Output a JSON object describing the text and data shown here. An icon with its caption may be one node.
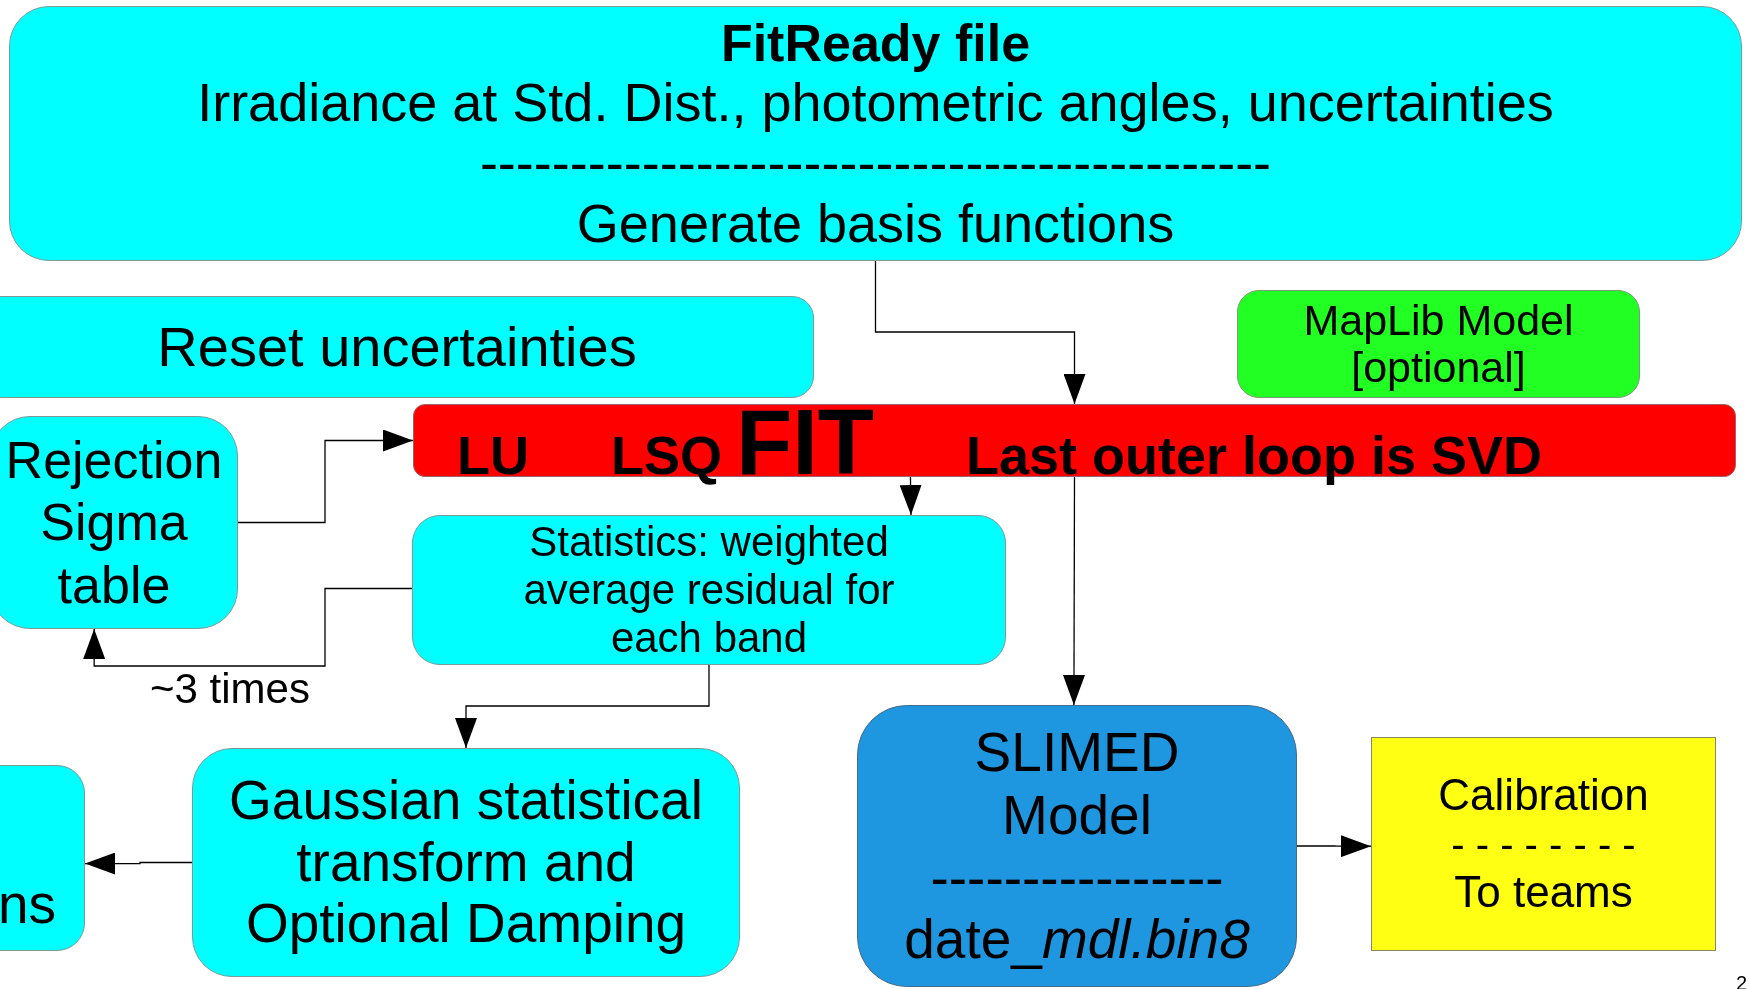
{
  "diagram": {
    "nodes": [
      {
        "text": [
          "FitReady file",
          "Irradiance at Std. Dist., photometric angles, uncertainties",
          "--------------------------------------------",
          "Generate basis functions"
        ]
      },
      {
        "text": [
          "Reset uncertainties"
        ]
      },
      {
        "text": [
          "MapLib Model [optional]"
        ]
      },
      {
        "text": [
          "LU",
          "LSQ",
          "FIT",
          "Last outer loop is SVD"
        ]
      },
      {
        "text": [
          "Rejection Sigma table"
        ]
      },
      {
        "text": [
          "Statistics: weighted average residual for each band"
        ]
      },
      {
        "text": [
          "Gaussian statistical transform and Optional Damping"
        ]
      },
      {
        "text": [
          "ns"
        ]
      },
      {
        "text": [
          "SLIMED Model",
          "----------------",
          "date_",
          "mdl.bin8"
        ]
      },
      {
        "text": [
          "Calibration",
          "- - - - - - - -",
          "To teams"
        ]
      }
    ],
    "edges": [
      {
        "from": 0,
        "to": 3,
        "arrow": "to"
      },
      {
        "from": 4,
        "to": 3,
        "arrow": "to"
      },
      {
        "from": 3,
        "to": 5,
        "arrow": "to"
      },
      {
        "from": 3,
        "to": 8,
        "arrow": "to"
      },
      {
        "from": 5,
        "to": 4,
        "arrow": "to",
        "label": "~3 times"
      },
      {
        "from": 5,
        "to": 6,
        "arrow": "to"
      },
      {
        "from": 6,
        "to": 7,
        "arrow": "to"
      },
      {
        "from": 8,
        "to": 9,
        "arrow": "to"
      }
    ],
    "labels": [
      "2"
    ]
  }
}
